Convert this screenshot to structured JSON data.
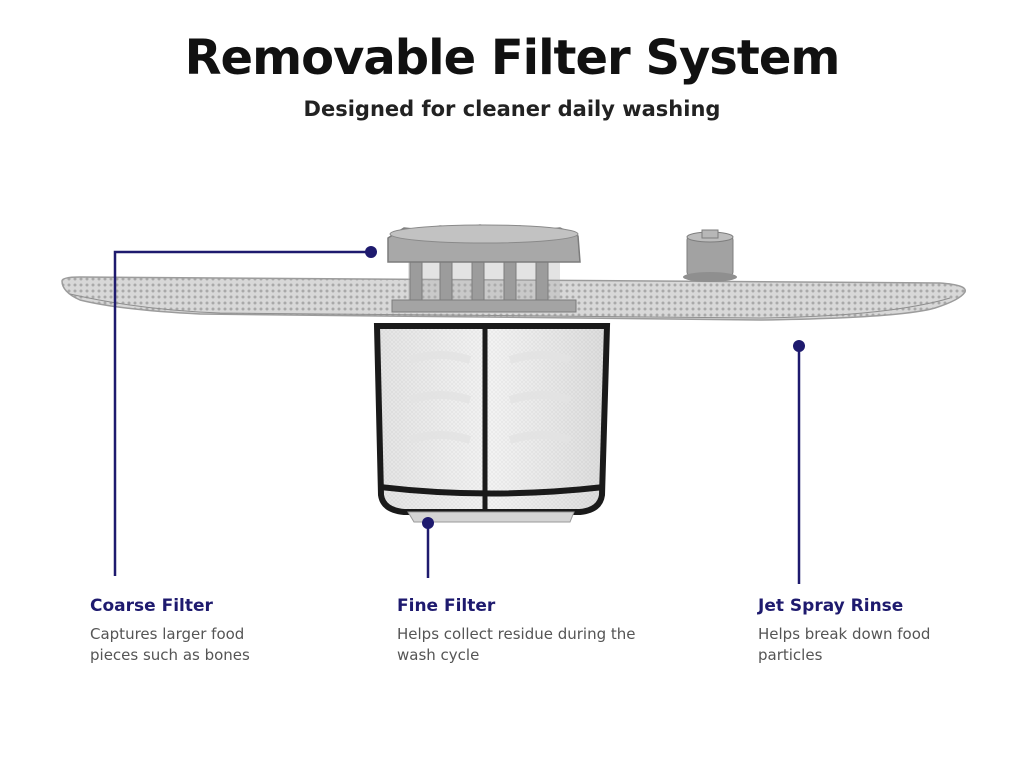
{
  "header": {
    "title": "Removable Filter System",
    "subtitle": "Designed for cleaner daily washing"
  },
  "callouts": [
    {
      "label": "Coarse Filter",
      "description": "Captures larger food pieces such as bones"
    },
    {
      "label": "Fine Filter",
      "description": "Helps collect residue during the wash cycle"
    },
    {
      "label": "Jet Spray Rinse",
      "description": "Helps break down food particles"
    }
  ],
  "colors": {
    "accent": "#1e1a6e",
    "title": "#111111",
    "description": "#555555",
    "mesh": "#c9c9c9",
    "plastic": "#9a9a9a",
    "frame": "#1a1a1a"
  },
  "icons": [
    "dishwasher-filter-product-image"
  ]
}
